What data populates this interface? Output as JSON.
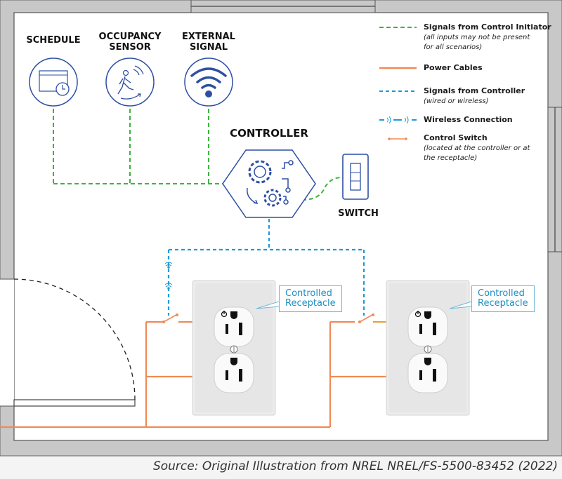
{
  "initiators": [
    {
      "label_line1": "SCHEDULE",
      "label_line2": "",
      "icon": "schedule-icon"
    },
    {
      "label_line1": "OCCUPANCY",
      "label_line2": "SENSOR",
      "icon": "occupancy-sensor-icon"
    },
    {
      "label_line1": "EXTERNAL",
      "label_line2": "SIGNAL",
      "icon": "wifi-signal-icon"
    }
  ],
  "controller": {
    "label": "CONTROLLER",
    "icon": "gears-icon"
  },
  "switch": {
    "label": "SWITCH",
    "icon": "wall-switch-icon"
  },
  "receptacles": [
    {
      "callout_line1": "Controlled",
      "callout_line2": "Receptacle"
    },
    {
      "callout_line1": "Controlled",
      "callout_line2": "Receptacle"
    }
  ],
  "legend": [
    {
      "title": "Signals from Control Initiator",
      "sub1": "(all inputs may not be present",
      "sub2": "for all scenarios)",
      "style": "green-dash-dot-arrow"
    },
    {
      "title": "Power Cables",
      "sub1": "",
      "sub2": "",
      "style": "orange-solid"
    },
    {
      "title": "Signals from Controller",
      "sub1": "(wired or wireless)",
      "sub2": "",
      "style": "blue-dashed"
    },
    {
      "title": "Wireless Connection",
      "sub1": "",
      "sub2": "",
      "style": "blue-dashed-wireless"
    },
    {
      "title": "Control Switch",
      "sub1": "(located at the controller or at",
      "sub2": "the receptacle)",
      "style": "orange-switch"
    }
  ],
  "source": "Source: Original Illustration from NREL NREL/FS-5500-83452 (2022)",
  "colors": {
    "icon_blue": "#2d4fa3",
    "signal_green": "#3fb33f",
    "power_orange": "#f08a55",
    "controller_blue": "#1e9ad6",
    "wall_gray": "#c8c8c8"
  }
}
